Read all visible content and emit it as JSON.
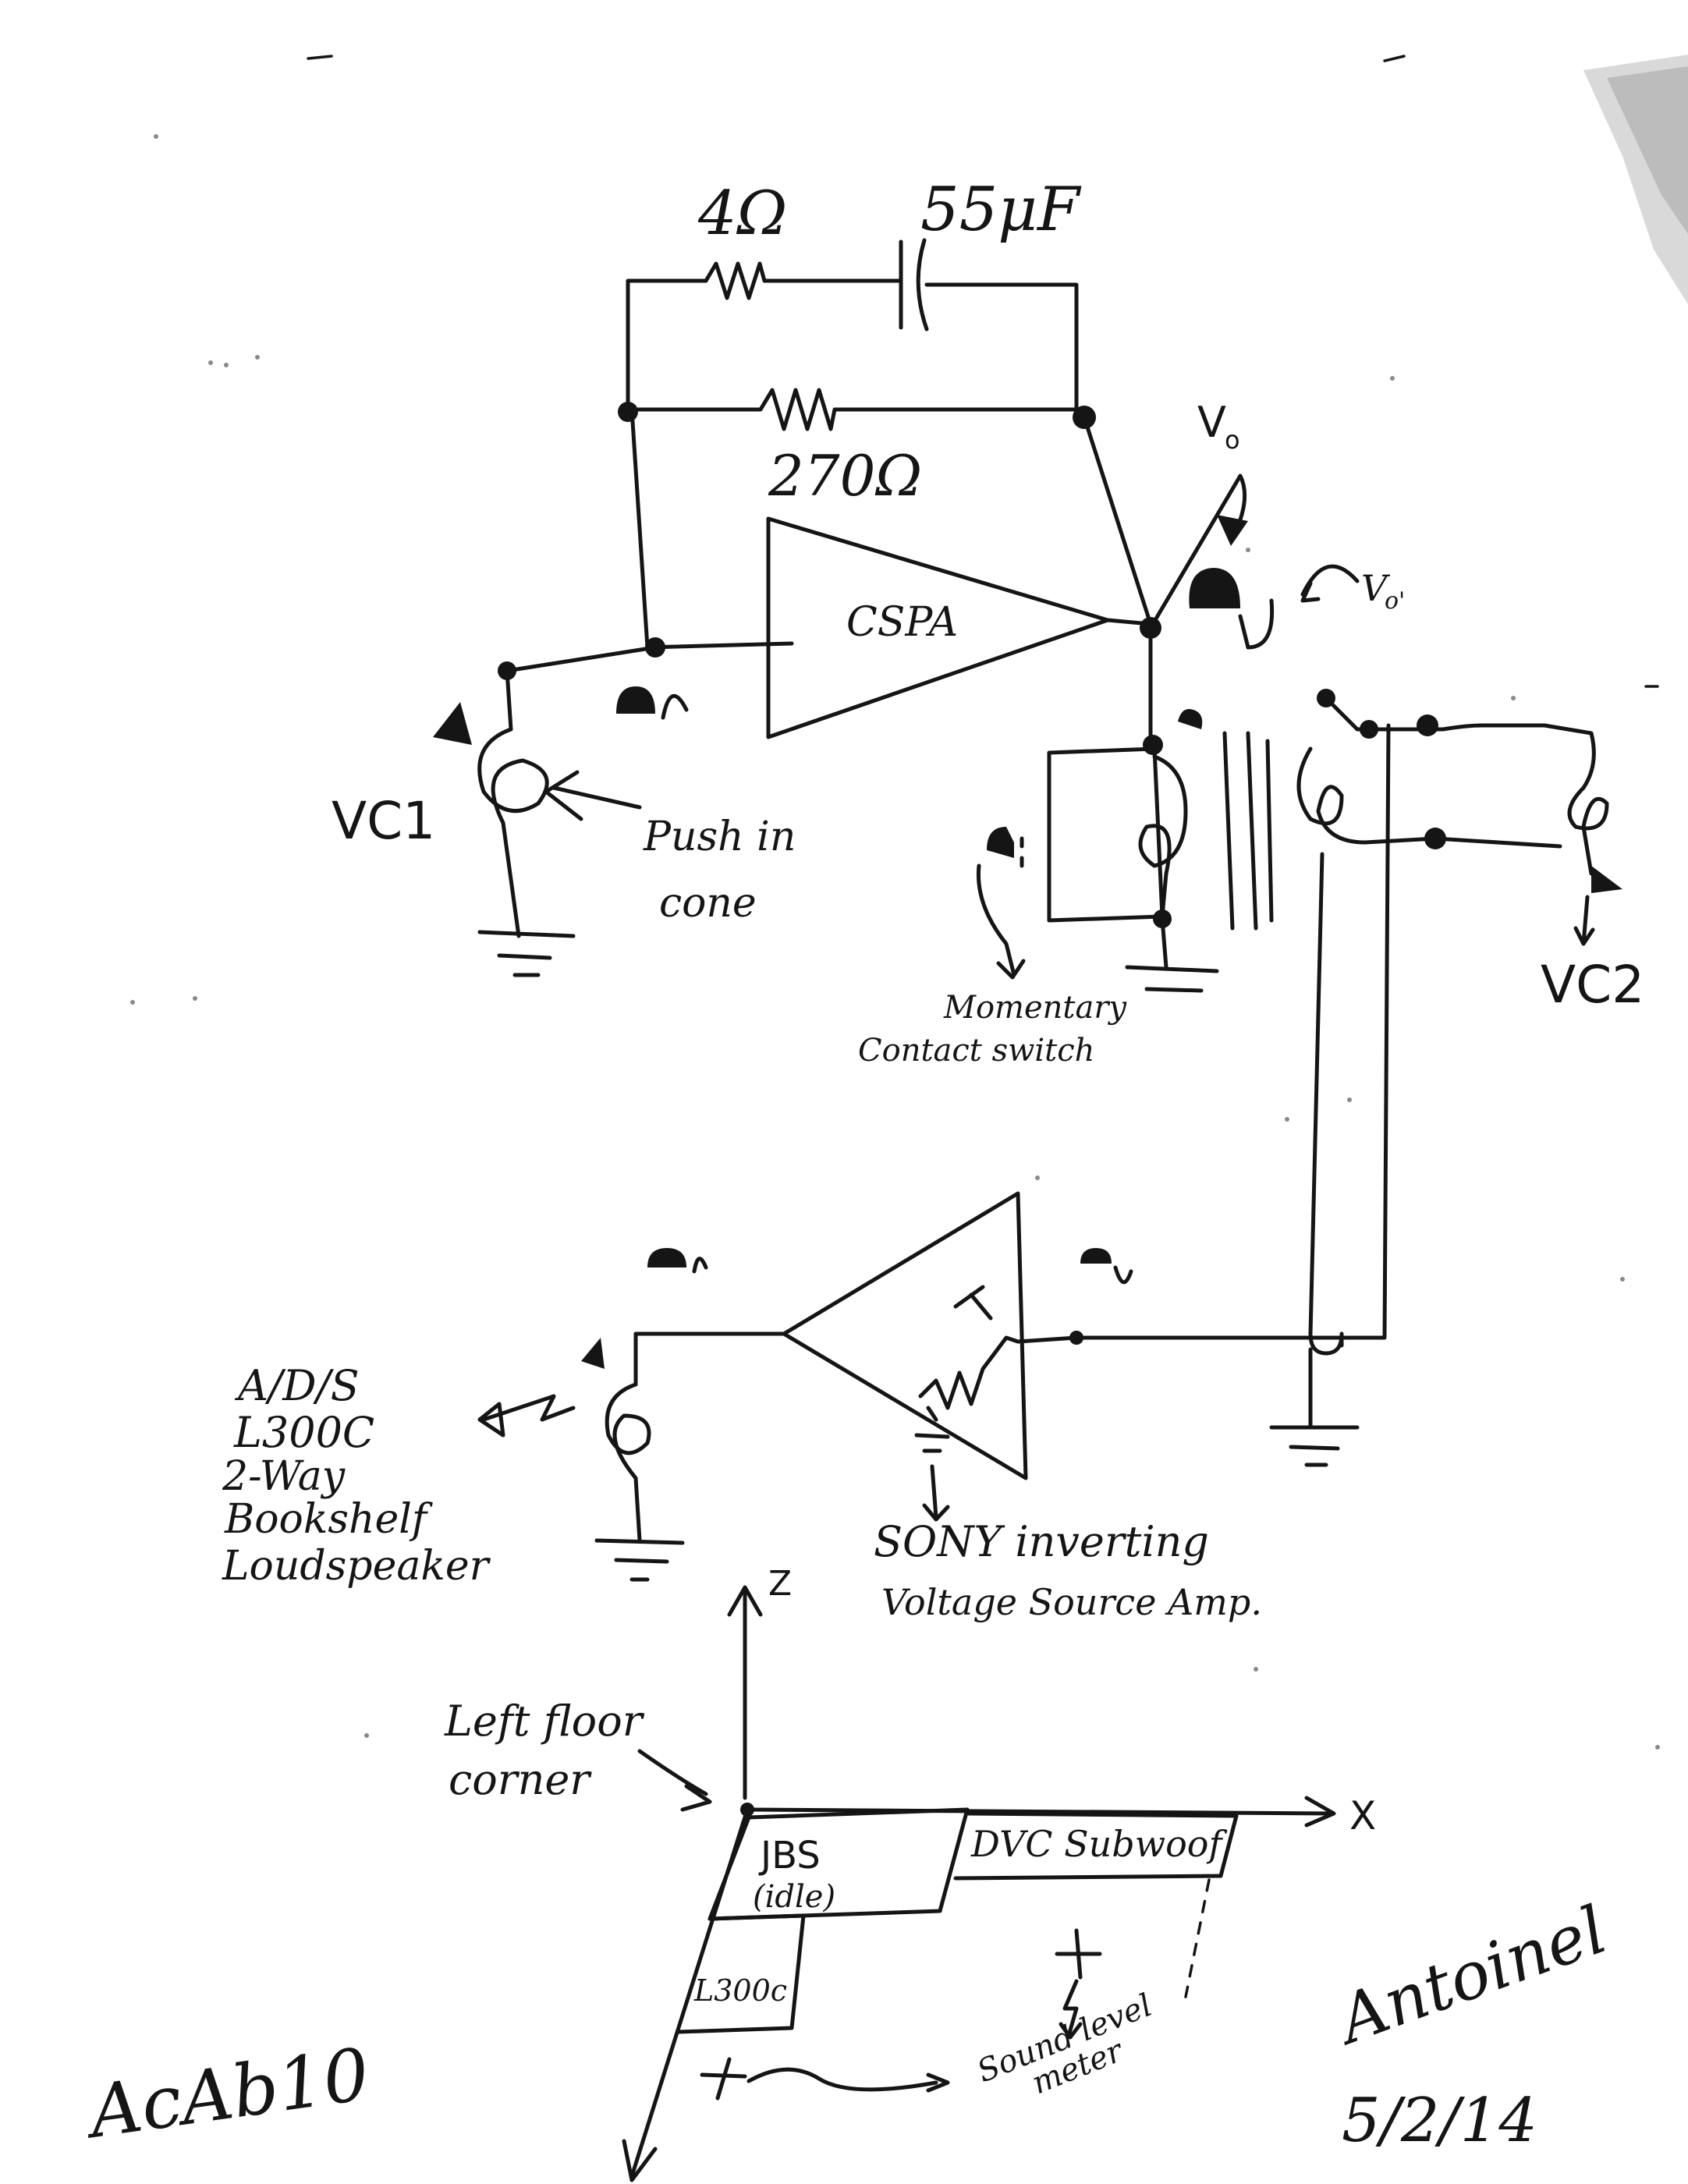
{
  "schematic": {
    "resistor_series_label": "4Ω",
    "capacitor_label": "55μF",
    "resistor_feedback_label": "270Ω",
    "amp_top_label": "CSPA",
    "vo_label": "V",
    "vo_sub": "o",
    "vo_prime_label": "V",
    "vo_prime_sub": "o'",
    "vc1_label": "VC1",
    "push_in_line1": "Push in",
    "push_in_line2": "cone",
    "switch_line1": "Momentary",
    "switch_line2": "Contact switch",
    "vc2_label": "VC2"
  },
  "lower": {
    "speaker_line1": "A/D/S",
    "speaker_line2": "L300C",
    "speaker_line3": "2-Way",
    "speaker_line4": "Bookshelf",
    "speaker_line5": "Loudspeaker",
    "sony_line1": "SONY inverting",
    "sony_line2": "Voltage Source Amp."
  },
  "axes": {
    "z_label": "Z",
    "x_label": "X",
    "corner_line1": "Left floor",
    "corner_line2": "corner",
    "box_jbs_line1": "JBS",
    "box_jbs_line2": "(idle)",
    "box_dvc": "DVC Subwoof",
    "box_l300": "L300c",
    "meter_line1": "Sound level",
    "meter_line2": "meter"
  },
  "footer": {
    "id_code": "AcAb10",
    "author": "Antoinel",
    "date": "5/2/14"
  }
}
